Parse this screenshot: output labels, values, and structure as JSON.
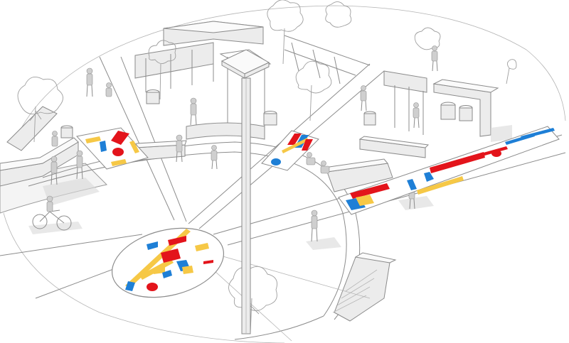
{
  "palette": {
    "red": "#e3141b",
    "blue": "#1e7fd6",
    "yellow": "#f6c846",
    "ground": "#ffffff",
    "line": "#8c8c8c"
  },
  "elements": {
    "plaza": "circular-plaza",
    "lamp_post": "tall-lamp-post",
    "oval_mural": "oval-ground-mural",
    "strip_mural": "linear-pavement-mural",
    "panel_left": "left-pavement-panel",
    "panel_center": "center-pavement-panel",
    "cyclist": "cyclist-figure",
    "trees": "tree-outlines",
    "people": "pedestrian-figures"
  }
}
